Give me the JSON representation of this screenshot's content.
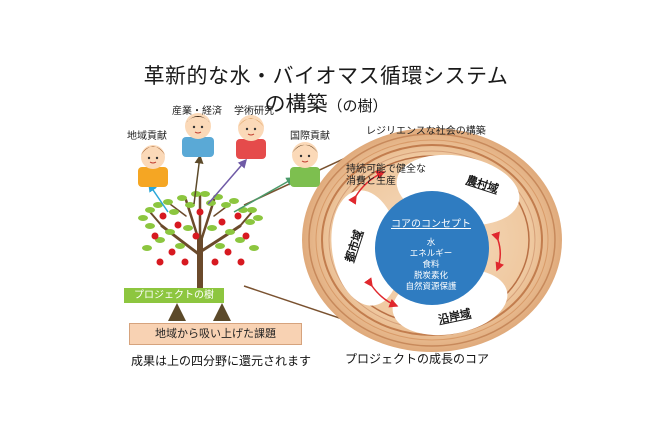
{
  "title": {
    "line1": "革新的な水・バイオマス循環システム",
    "line2_main": "の構築",
    "line2_suffix": "（の樹）"
  },
  "people": {
    "local": "地域貢献",
    "industry": "産業・経済",
    "academic": "学術研究",
    "international": "国際貢献"
  },
  "tree": {
    "project_tag": "プロジェクトの樹",
    "issue_box": "地域から吸い上げた課題",
    "result_note": "成果は上の四分野に還元されます"
  },
  "core": {
    "resilient": "レジリエンスな社会の構築",
    "sustainable_line1": "持続可能で健全な",
    "sustainable_line2": "消費と生産",
    "concept_title": "コアのコンセプト",
    "items": [
      "水",
      "エネルギー",
      "食料",
      "脱炭素化",
      "自然資源保護"
    ],
    "region_urban": "都市域",
    "region_rural": "農村域",
    "region_coastal": "沿岸域",
    "growth_caption": "プロジェクトの成長のコア"
  },
  "colors": {
    "trunk": "#6b4a2b",
    "leaf": "#8cc63f",
    "apple": "#d71920",
    "core_blue": "#2f7cc1",
    "arrow_red": "#e0282e",
    "connector": "#7a5230"
  }
}
